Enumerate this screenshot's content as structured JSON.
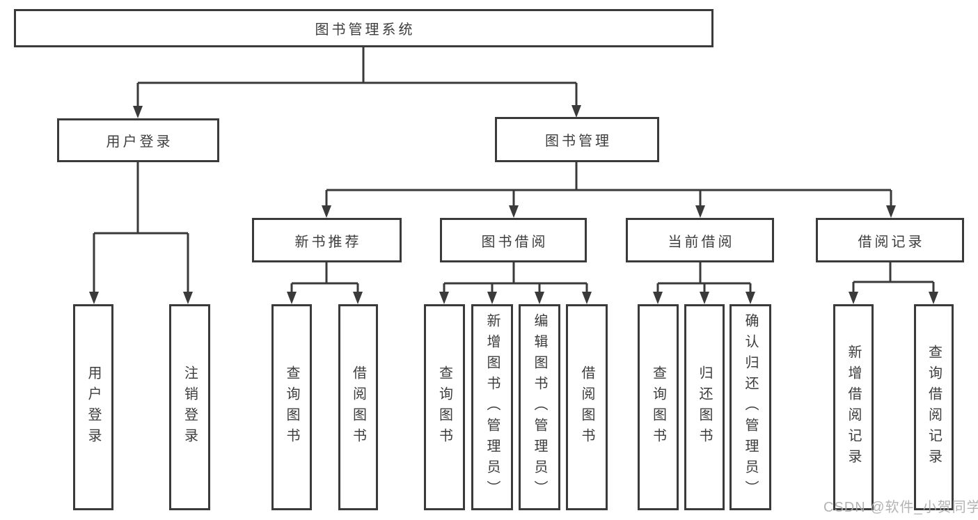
{
  "diagram": {
    "title": {
      "label": "图书管理系统"
    },
    "user_login": {
      "label": "用户登录",
      "children": [
        {
          "label": "用户登录"
        },
        {
          "label": "注销登录"
        }
      ]
    },
    "book_mgmt": {
      "label": "图书管理",
      "children": [
        {
          "label": "新书推荐",
          "children": [
            {
              "label": "查询图书"
            },
            {
              "label": "借阅图书"
            }
          ]
        },
        {
          "label": "图书借阅",
          "children": [
            {
              "label": "查询图书"
            },
            {
              "label": "新增图书（管理员）"
            },
            {
              "label": "编辑图书（管理员）"
            },
            {
              "label": "借阅图书"
            }
          ]
        },
        {
          "label": "当前借阅",
          "children": [
            {
              "label": "查询图书"
            },
            {
              "label": "归还图书"
            },
            {
              "label": "确认归还（管理员）"
            }
          ]
        },
        {
          "label": "借阅记录",
          "children": [
            {
              "label": "新增借阅记录"
            },
            {
              "label": "查询借阅记录"
            }
          ]
        }
      ]
    },
    "watermark": "CSDN @软件_小贺同学",
    "colors": {
      "line": "#3a3a3a",
      "box_border": "#3a3a3a",
      "text": "#3d3d3d",
      "watermark": "#acacac",
      "background": "#ffffff"
    }
  }
}
